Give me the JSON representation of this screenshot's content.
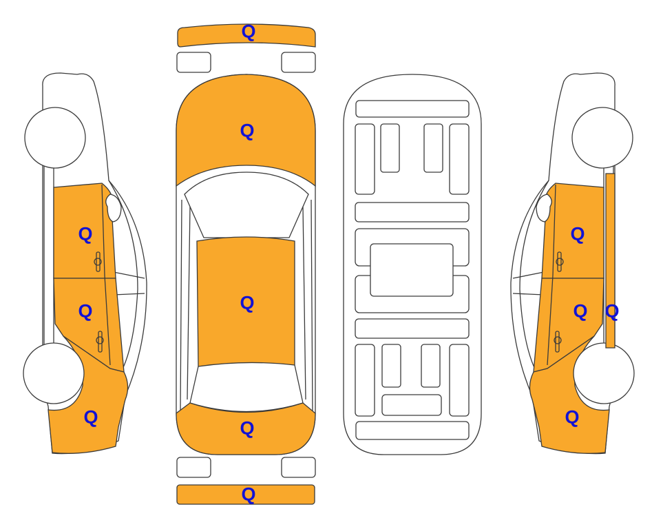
{
  "diagram": {
    "title": "Vehicle damage diagram",
    "colors": {
      "damaged": "#F9A82B",
      "outline": "#3a3a3a",
      "marker": "#1212D4"
    },
    "markers": {
      "front_bumper": "Q",
      "hood": "Q",
      "roof": "Q",
      "trunk": "Q",
      "rear_bumper": "Q",
      "left_rear_door": "Q",
      "left_front_door": "Q",
      "left_front_fender": "Q",
      "right_rear_door": "Q",
      "right_front_door": "Q",
      "right_rocker_panel": "Q",
      "right_front_fender": "Q"
    }
  }
}
